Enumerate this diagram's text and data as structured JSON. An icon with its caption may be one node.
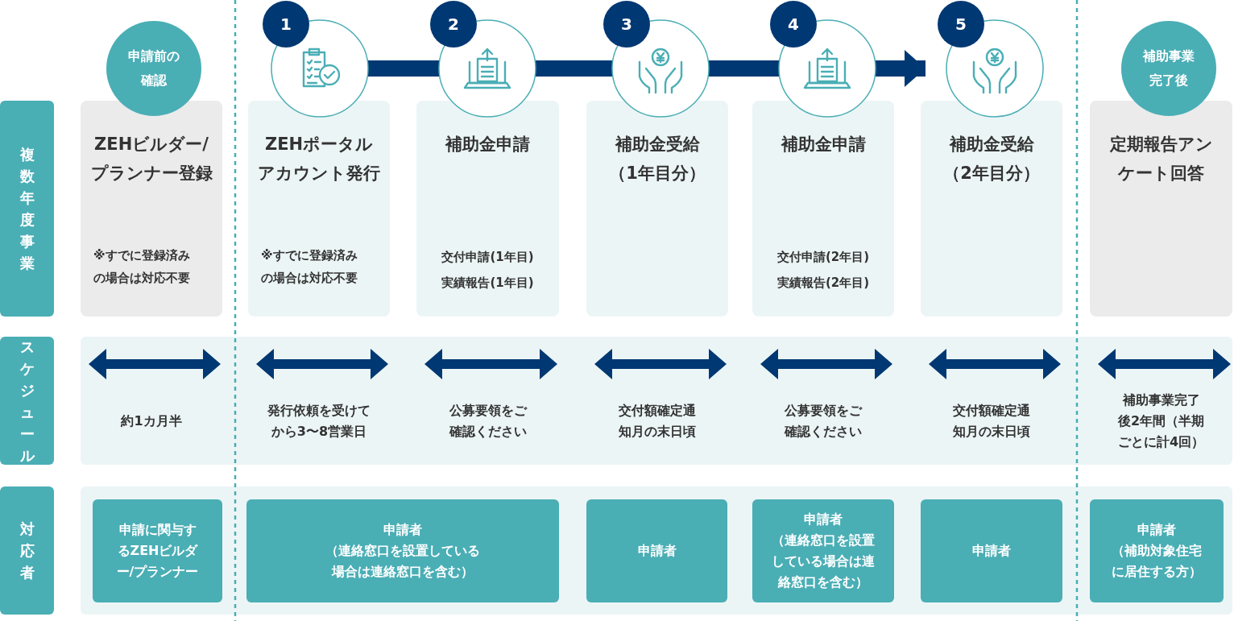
{
  "diagram": {
    "nodes": [
      {
        "text": [
          "複数年度事業"
        ]
      },
      {
        "text": [
          "スケジュール"
        ]
      },
      {
        "text": [
          "対応者"
        ]
      },
      {
        "text": [
          "申請前の確認"
        ]
      },
      {
        "text": [
          "1"
        ]
      },
      {
        "text": [
          "2"
        ]
      },
      {
        "text": [
          "3"
        ]
      },
      {
        "text": [
          "4"
        ]
      },
      {
        "text": [
          "5"
        ]
      },
      {
        "text": [
          "補助事業完了後"
        ]
      },
      {
        "text": [
          "ZEHビルダー/プランナー登録",
          "※すでに登録済みの場合は対応不要"
        ]
      },
      {
        "text": [
          "ZEHポータルアカウント発行",
          "※すでに登録済みの場合は対応不要"
        ]
      },
      {
        "text": [
          "補助金申請",
          "交付申請(1年目)",
          "実績報告(1年目)"
        ]
      },
      {
        "text": [
          "補助金受給（1年目分）"
        ]
      },
      {
        "text": [
          "補助金申請",
          "交付申請(2年目)",
          "実績報告(2年目)"
        ]
      },
      {
        "text": [
          "補助金受給（2年目分）"
        ]
      },
      {
        "text": [
          "定期報告アンケート回答"
        ]
      },
      {
        "text": [
          "申請に関与するZEHビルダー/プランナー"
        ]
      },
      {
        "text": [
          "申請者",
          "（連絡窓口を設置している場合は連絡窓口を含む）"
        ]
      },
      {
        "text": [
          "申請者"
        ]
      },
      {
        "text": [
          "申請者",
          "（連絡窓口を設置している場合は連絡窓口を含む）"
        ]
      },
      {
        "text": [
          "申請者"
        ]
      },
      {
        "text": [
          "申請者",
          "（補助対象住宅に居住する方）"
        ]
      }
    ],
    "edges": [
      {
        "from": 4,
        "to": 5,
        "arrow": "none"
      },
      {
        "from": 5,
        "to": 6,
        "arrow": "none"
      },
      {
        "from": 6,
        "to": 7,
        "arrow": "none"
      },
      {
        "from": 7,
        "to": 8,
        "arrow": "to"
      }
    ],
    "labels": [
      "約1カ月半",
      "発行依頼を受けてから3〜8営業日",
      "公募要領をご確認ください",
      "交付額確定通知月の末日頃",
      "公募要領をご確認ください",
      "交付額確定通知月の末日頃",
      "補助事業完了後2年間（半期ごとに計4回）"
    ]
  }
}
